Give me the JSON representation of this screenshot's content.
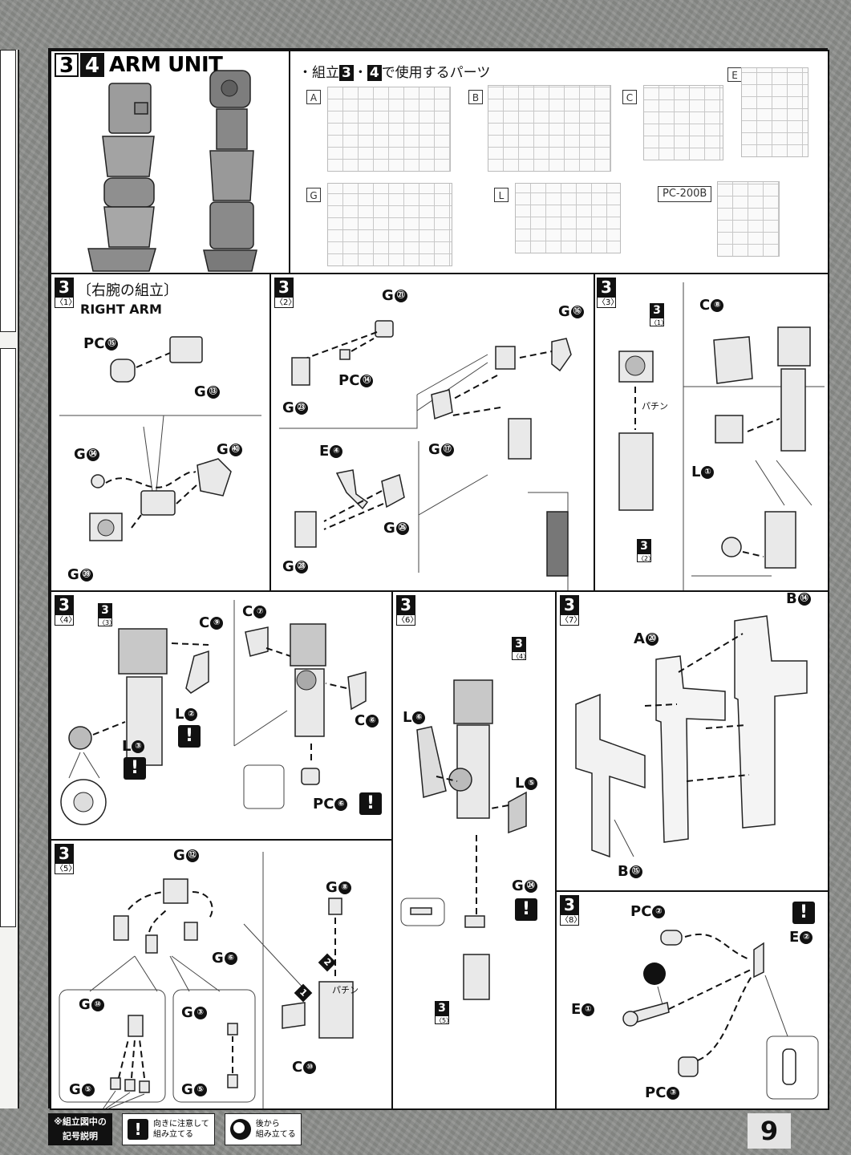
{
  "header": {
    "digits": [
      "3",
      "4"
    ],
    "title": "ARM UNIT",
    "parts_prefix": "・組立",
    "parts_step_a": "3",
    "parts_sep": "・",
    "parts_step_b": "4",
    "parts_suffix": "で使用するパーツ"
  },
  "runners": [
    "A",
    "B",
    "C",
    "E",
    "G",
    "L",
    "PC-200B"
  ],
  "step_badges": {
    "s1": {
      "num": "3",
      "sub": "〈1〉"
    },
    "s2": {
      "num": "3",
      "sub": "〈2〉"
    },
    "s3": {
      "num": "3",
      "sub": "〈3〉"
    },
    "s4": {
      "num": "3",
      "sub": "〈4〉"
    },
    "s5": {
      "num": "3",
      "sub": "〈5〉"
    },
    "s6": {
      "num": "3",
      "sub": "〈6〉"
    },
    "s7": {
      "num": "3",
      "sub": "〈7〉"
    },
    "s8": {
      "num": "3",
      "sub": "〈8〉"
    }
  },
  "ref_badges": {
    "r1": {
      "num": "3",
      "sub": "〈1〉"
    },
    "r2": {
      "num": "3",
      "sub": "〈2〉"
    },
    "r3": {
      "num": "3",
      "sub": "〈3〉"
    },
    "r4": {
      "num": "3",
      "sub": "〈4〉"
    },
    "r5": {
      "num": "3",
      "sub": "〈5〉"
    }
  },
  "step1": {
    "title_jp": "〔右腕の組立〕",
    "title_en": "RIGHT ARM"
  },
  "labels": {
    "s1": [
      {
        "p": "PC",
        "n": "⑮"
      },
      {
        "p": "G",
        "n": "⑬"
      },
      {
        "p": "G",
        "n": "㉞"
      },
      {
        "p": "G",
        "n": "㊵"
      },
      {
        "p": "G",
        "n": "㊴"
      }
    ],
    "s2": [
      {
        "p": "G",
        "n": "㉑"
      },
      {
        "p": "G",
        "n": "⑯"
      },
      {
        "p": "PC",
        "n": "⑭"
      },
      {
        "p": "G",
        "n": "㉓"
      },
      {
        "p": "G",
        "n": "⑰"
      },
      {
        "p": "E",
        "n": "④"
      },
      {
        "p": "G",
        "n": "㉖"
      },
      {
        "p": "G",
        "n": "㉘"
      }
    ],
    "s3": [
      {
        "p": "C",
        "n": "⑧"
      },
      {
        "p": "L",
        "n": "①"
      }
    ],
    "s4": [
      {
        "p": "C",
        "n": "⑨"
      },
      {
        "p": "C",
        "n": "⑦"
      },
      {
        "p": "L",
        "n": "②"
      },
      {
        "p": "L",
        "n": "③"
      },
      {
        "p": "C",
        "n": "⑥"
      },
      {
        "p": "PC",
        "n": "⑥"
      }
    ],
    "s5": [
      {
        "p": "G",
        "n": "⑫"
      },
      {
        "p": "G",
        "n": "⑥"
      },
      {
        "p": "G",
        "n": "⑧"
      },
      {
        "p": "G",
        "n": "⑩"
      },
      {
        "p": "G",
        "n": "③"
      },
      {
        "p": "G",
        "n": "⑤"
      },
      {
        "p": "G",
        "n": "⑤"
      },
      {
        "p": "C",
        "n": "⑩"
      }
    ],
    "s6": [
      {
        "p": "L",
        "n": "⑥"
      },
      {
        "p": "L",
        "n": "⑤"
      },
      {
        "p": "G",
        "n": "㉔"
      }
    ],
    "s7": [
      {
        "p": "B",
        "n": "⑭"
      },
      {
        "p": "A",
        "n": "⑳"
      },
      {
        "p": "B",
        "n": "⑮"
      }
    ],
    "s8": [
      {
        "p": "PC",
        "n": "②"
      },
      {
        "p": "E",
        "n": "②"
      },
      {
        "p": "E",
        "n": "①"
      },
      {
        "p": "PC",
        "n": "③"
      }
    ]
  },
  "sfx": {
    "snap1": "パチン",
    "snap2": "パチン",
    "order1": "1",
    "order2": "2"
  },
  "warning_mark": "!",
  "legend": {
    "title_line1": "※組立図中の",
    "title_line2": "記号説明",
    "item1_line1": "向きに注意して",
    "item1_line2": "組み立てる",
    "item2_line1": "後から",
    "item2_line2": "組み立てる"
  },
  "page_number": "9"
}
